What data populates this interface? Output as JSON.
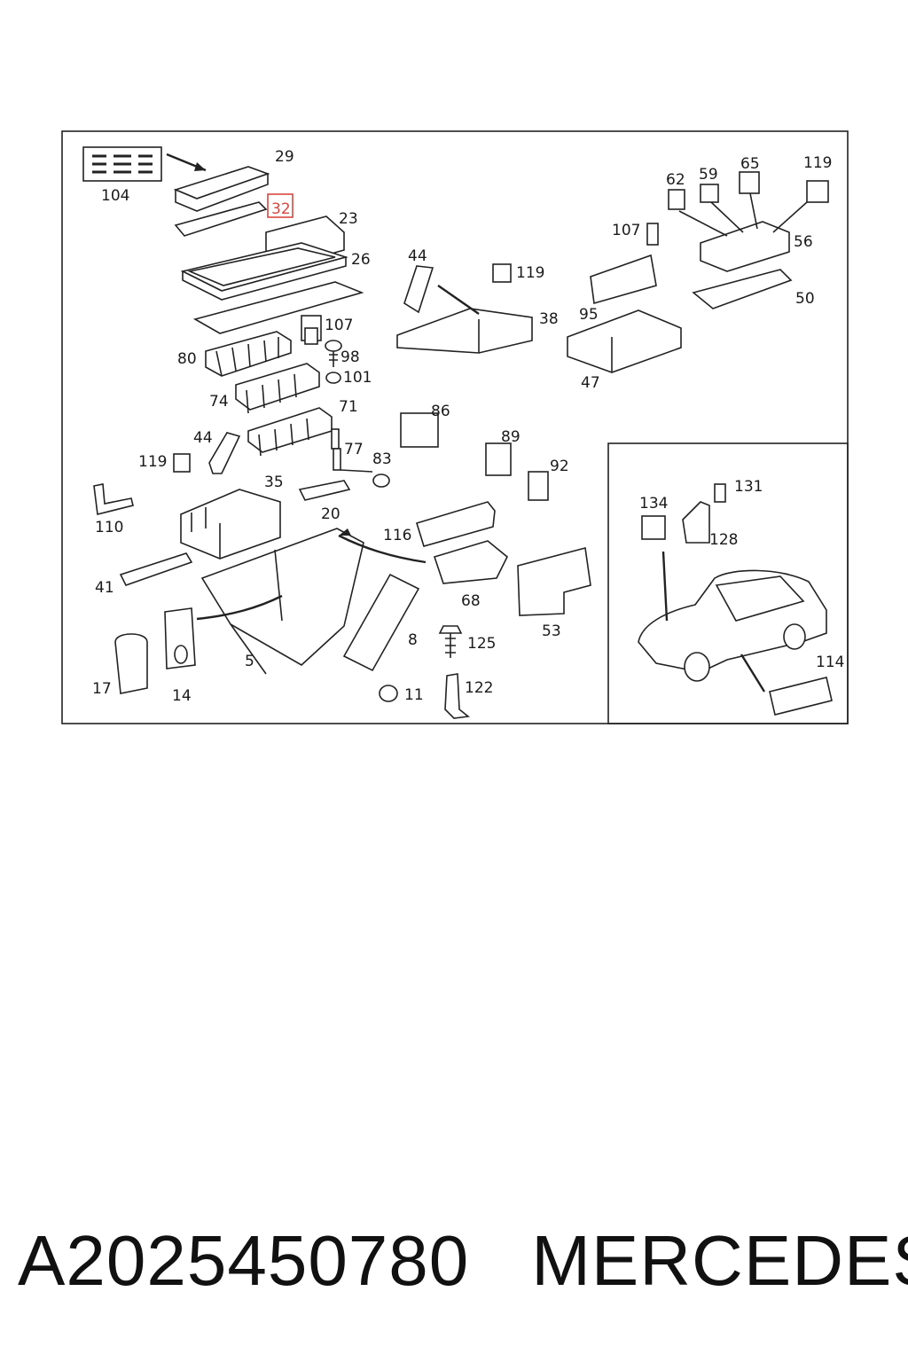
{
  "diagram": {
    "callouts": [
      {
        "num": "29"
      },
      {
        "num": "104"
      },
      {
        "num": "32",
        "highlighted": true
      },
      {
        "num": "23"
      },
      {
        "num": "26"
      },
      {
        "num": "107"
      },
      {
        "num": "98"
      },
      {
        "num": "101"
      },
      {
        "num": "80"
      },
      {
        "num": "74"
      },
      {
        "num": "71"
      },
      {
        "num": "44"
      },
      {
        "num": "119"
      },
      {
        "num": "38"
      },
      {
        "num": "62"
      },
      {
        "num": "59"
      },
      {
        "num": "65"
      },
      {
        "num": "119"
      },
      {
        "num": "107"
      },
      {
        "num": "56"
      },
      {
        "num": "95"
      },
      {
        "num": "50"
      },
      {
        "num": "47"
      },
      {
        "num": "86"
      },
      {
        "num": "89"
      },
      {
        "num": "92"
      },
      {
        "num": "44"
      },
      {
        "num": "119"
      },
      {
        "num": "77"
      },
      {
        "num": "83"
      },
      {
        "num": "35"
      },
      {
        "num": "20"
      },
      {
        "num": "110"
      },
      {
        "num": "116"
      },
      {
        "num": "41"
      },
      {
        "num": "68"
      },
      {
        "num": "53"
      },
      {
        "num": "5"
      },
      {
        "num": "8"
      },
      {
        "num": "125"
      },
      {
        "num": "17"
      },
      {
        "num": "14"
      },
      {
        "num": "11"
      },
      {
        "num": "122"
      },
      {
        "num": "134"
      },
      {
        "num": "131"
      },
      {
        "num": "128"
      },
      {
        "num": "114"
      }
    ],
    "highlight_color": "#d9473f"
  },
  "footer": {
    "part_number": "A2025450780",
    "brand": "MERCEDES"
  }
}
